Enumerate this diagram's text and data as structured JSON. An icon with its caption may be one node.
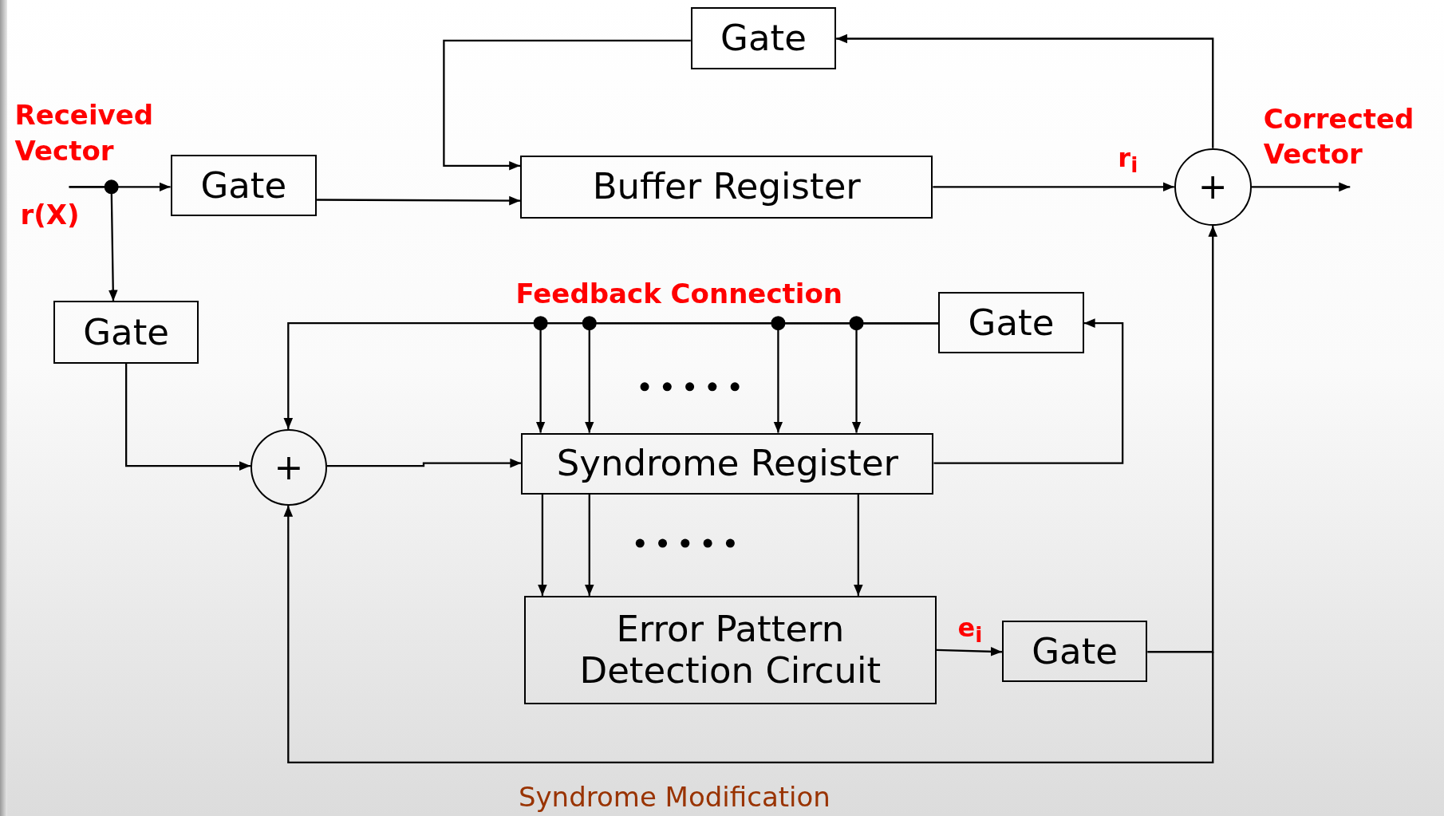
{
  "diagram": {
    "nodes": [
      {
        "text": [
          "Gate"
        ]
      },
      {
        "text": [
          "Gate"
        ]
      },
      {
        "text": [
          "Buffer Register"
        ]
      },
      {
        "text": [
          "+"
        ]
      },
      {
        "text": [
          "Gate"
        ]
      },
      {
        "text": [
          "Gate"
        ]
      },
      {
        "text": [
          "+"
        ]
      },
      {
        "text": [
          "Syndrome Register"
        ]
      },
      {
        "text": [
          "Error Pattern Detection Circuit"
        ]
      },
      {
        "text": [
          "Gate"
        ]
      },
      {
        "text": [
          "Received Vector"
        ]
      },
      {
        "text": [
          "Corrected Vector"
        ]
      }
    ],
    "edges": [
      {
        "from": 10,
        "to": 1,
        "arrow": "to"
      },
      {
        "from": 10,
        "to": 4,
        "arrow": "to"
      },
      {
        "from": 1,
        "to": 2,
        "arrow": "to"
      },
      {
        "from": 0,
        "to": 2,
        "arrow": "to"
      },
      {
        "from": 2,
        "to": 3,
        "arrow": "to",
        "label": "r$_{i}$"
      },
      {
        "from": 3,
        "to": 11,
        "arrow": "to"
      },
      {
        "from": 3,
        "to": 0,
        "arrow": "to"
      },
      {
        "from": 4,
        "to": 6,
        "arrow": "to"
      },
      {
        "from": 6,
        "to": 7,
        "arrow": "to"
      },
      {
        "from": 7,
        "to": 5,
        "arrow": "to"
      },
      {
        "from": 5,
        "to": 6,
        "arrow": "to"
      },
      {
        "from": 5,
        "to": 7,
        "arrow": "to"
      },
      {
        "from": 5,
        "to": 7,
        "arrow": "to"
      },
      {
        "from": 5,
        "to": 7,
        "arrow": "to"
      },
      {
        "from": 5,
        "to": 7,
        "arrow": "to"
      },
      {
        "from": 7,
        "to": 8,
        "arrow": "to"
      },
      {
        "from": 7,
        "to": 8,
        "arrow": "to"
      },
      {
        "from": 7,
        "to": 8,
        "arrow": "to"
      },
      {
        "from": 8,
        "to": 9,
        "arrow": "to",
        "label": "e$_{i}$"
      },
      {
        "from": 9,
        "to": 3,
        "arrow": "to"
      },
      {
        "from": 9,
        "to": 6,
        "arrow": "to"
      }
    ],
    "labels": [
      "r(X)",
      "Feedback Connection",
      "Syndrome Modification"
    ]
  }
}
